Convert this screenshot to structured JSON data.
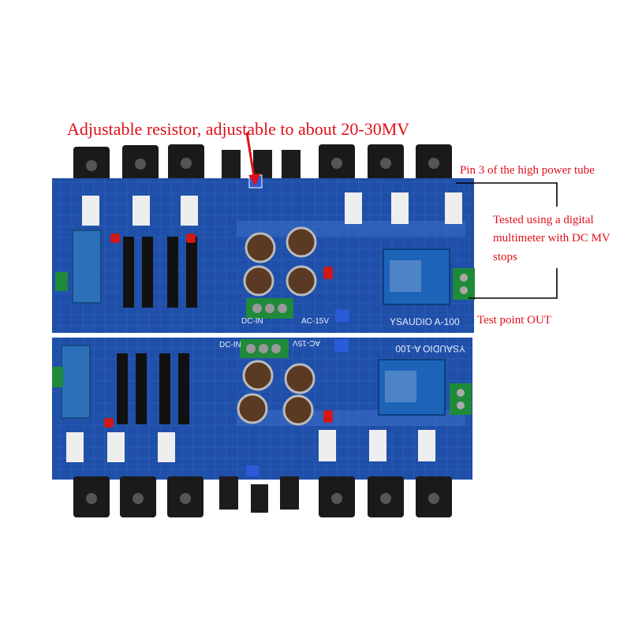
{
  "annotations": {
    "adjustable_resistor": "Adjustable resistor, adjustable to about 20-30MV",
    "pin3": "Pin 3 of the high power tube",
    "multimeter": "Tested using a digital multimeter with DC MV stops",
    "test_point": "Test point OUT"
  },
  "board_top": {
    "brand_label": "YSAUDIO A-100",
    "dc_in_label": "DC-IN",
    "ac_label": "AC-15V"
  },
  "board_bottom": {
    "brand_label": "YSAUDIO A-100",
    "dc_in_label": "DC-IN",
    "ac_label": "AC-15V"
  },
  "colors": {
    "annotation": "#e0101a",
    "pcb": "#1f4fa8",
    "pcb_trace": "#3a6cc4",
    "transformer": "#2b70b8",
    "relay": "#1d63b8",
    "terminal": "#1f8a3a",
    "heat_tab": "#1a1a1a",
    "wire": "#000000"
  }
}
